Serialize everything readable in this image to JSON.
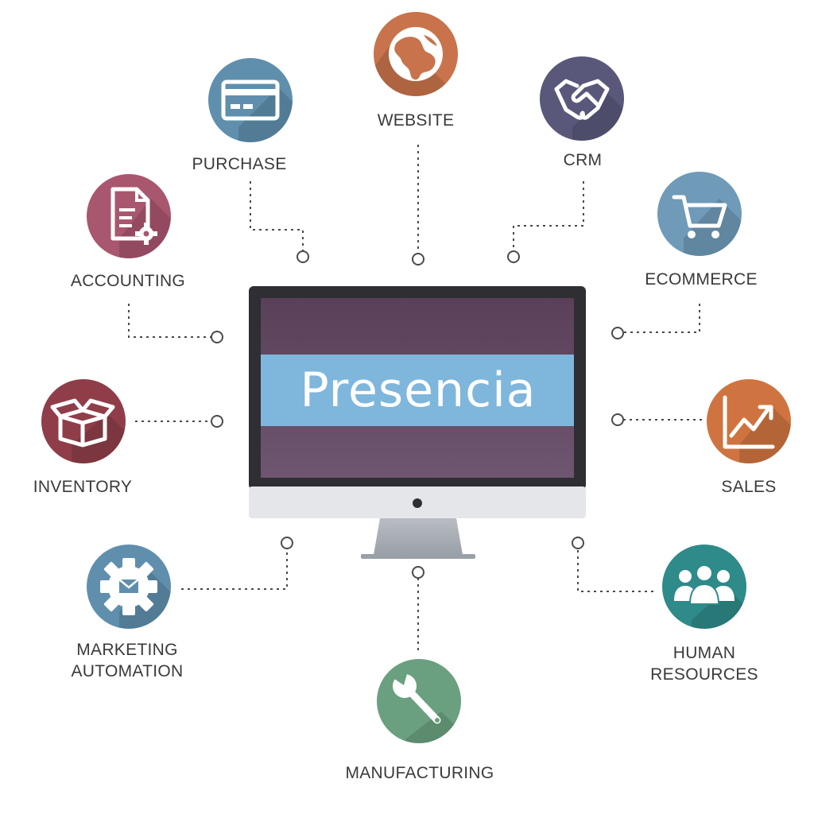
{
  "brand": {
    "name": "Presencia"
  },
  "colors": {
    "purple": "#5d4560",
    "band": "#7fb6dc",
    "connector": "#4a4a4a"
  },
  "modules": {
    "website": {
      "label": "WEBSITE",
      "icon": "globe-icon",
      "color": "#c8734b"
    },
    "crm": {
      "label": "CRM",
      "icon": "handshake-icon",
      "color": "#59587a"
    },
    "purchase": {
      "label": "PURCHASE",
      "icon": "credit-card-icon",
      "color": "#5f8fad"
    },
    "accounting": {
      "label": "ACCOUNTING",
      "icon": "document-gear-icon",
      "color": "#a9566f"
    },
    "ecommerce": {
      "label": "ECOMMERCE",
      "icon": "shopping-cart-icon",
      "color": "#6f9ab8"
    },
    "inventory": {
      "label": "INVENTORY",
      "icon": "open-box-icon",
      "color": "#8f3e49"
    },
    "sales": {
      "label": "SALES",
      "icon": "rising-chart-icon",
      "color": "#cf7440"
    },
    "marketing_automation": {
      "label_line1": "MARKETING",
      "label_line2": "AUTOMATION",
      "icon": "gear-envelope-icon",
      "color": "#5f8fad"
    },
    "human_resources": {
      "label_line1": "HUMAN",
      "label_line2": "RESOURCES",
      "icon": "people-group-icon",
      "color": "#2f8a8a"
    },
    "manufacturing": {
      "label": "MANUFACTURING",
      "icon": "wrench-icon",
      "color": "#6aa07f"
    }
  }
}
